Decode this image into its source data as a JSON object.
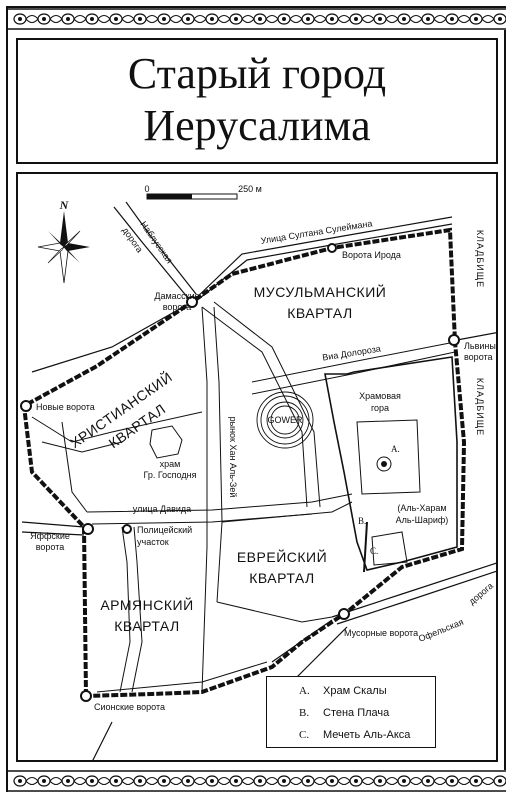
{
  "title": {
    "line1": "Старый город",
    "line2": "Иерусалима"
  },
  "scale": {
    "zero": "0",
    "distance": "250 м"
  },
  "compass": {
    "north": "N"
  },
  "quarters": {
    "muslim": [
      "МУСУЛЬМАНСКИЙ",
      "КВАРТАЛ"
    ],
    "christian": [
      "ХРИСТИАНСКИЙ",
      "КВАРТАЛ"
    ],
    "jewish": [
      "ЕВРЕЙСКИЙ",
      "КВАРТАЛ"
    ],
    "armenian": [
      "АРМЯНСКИЙ",
      "КВАРТАЛ"
    ]
  },
  "streets": {
    "suleiman": "Улица Султана Сулеймана",
    "nablus": [
      "Наблусская",
      "дорога"
    ],
    "via_dolorosa": "Виа Долороза",
    "market": "рынок Хан Аль-Зей",
    "david": "улица Давида",
    "ophel": [
      "Офельская",
      "дорога"
    ]
  },
  "cemeteries": {
    "north": "КЛАДБИЩЕ",
    "south": "КЛАДБИЩЕ"
  },
  "gates": {
    "herod": "Ворота Ирода",
    "damascus": [
      "Дамасские",
      "ворота"
    ],
    "lions": [
      "Львиные",
      "ворота"
    ],
    "new": "Новые ворота",
    "jaffa": [
      "Яффские",
      "ворота"
    ],
    "dung": "Мусорные ворота",
    "zion": "Сионские ворота"
  },
  "places": {
    "temple_mount": [
      "Храмовая",
      "гора"
    ],
    "haram": [
      "(Аль-Харам",
      "Аль-Шариф)"
    ],
    "holy_sepulchre": [
      "храм",
      "Гр. Господня"
    ],
    "police": [
      "Полицейский",
      "участок"
    ],
    "marker_a": "A.",
    "marker_b": "B.",
    "marker_c": "C."
  },
  "watermark": "GOWER",
  "legend": [
    {
      "key": "A.",
      "label": "Храм Скалы"
    },
    {
      "key": "B.",
      "label": "Стена Плача"
    },
    {
      "key": "C.",
      "label": "Мечеть Аль-Акса"
    }
  ]
}
